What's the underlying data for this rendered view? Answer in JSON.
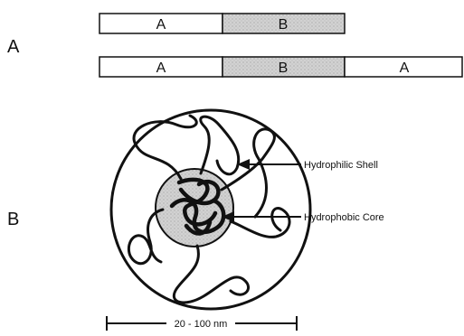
{
  "panels": {
    "a_label": "A",
    "b_label": "B"
  },
  "diblock": {
    "block1": "A",
    "block2": "B"
  },
  "triblock": {
    "block1": "A",
    "block2": "B",
    "block3": "A"
  },
  "micelle": {
    "shell_label": "Hydrophilic Shell",
    "core_label": "Hydrophobic Core",
    "scale_label": "20 - 100 nm"
  },
  "colors": {
    "block_a_fill": "#ffffff",
    "block_b_fill": "#d0d0d0",
    "ink": "#111111"
  }
}
